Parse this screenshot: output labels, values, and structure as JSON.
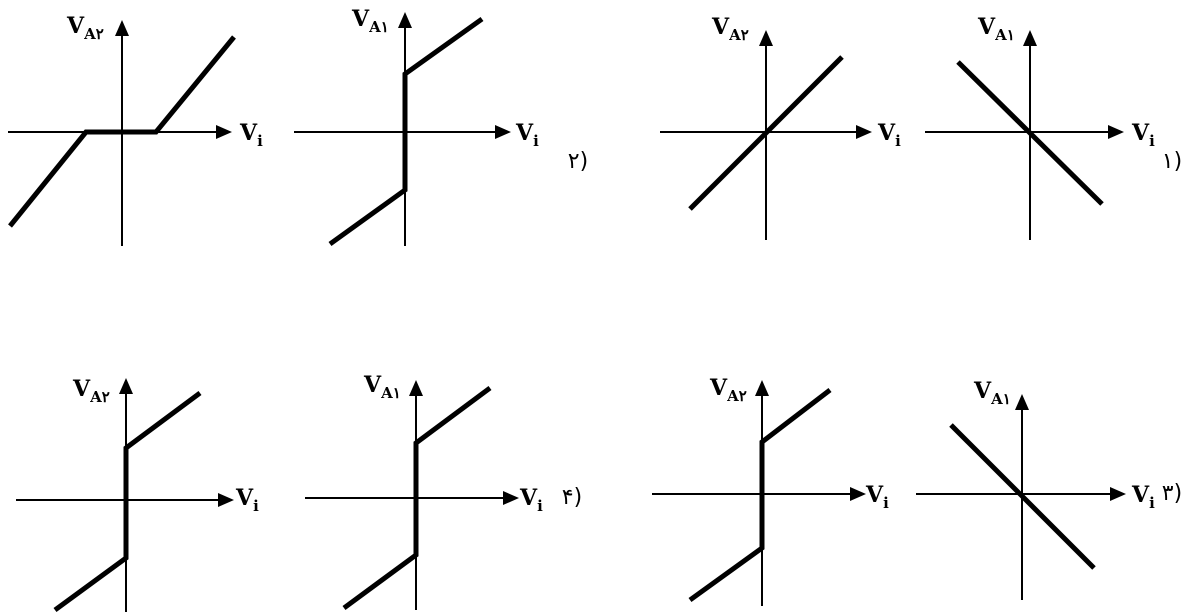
{
  "options": [
    {
      "number": "۱)",
      "plots": [
        {
          "y_label": "V",
          "y_sub": "A۱",
          "x_label": "V",
          "x_sub": "i",
          "curve": "inverting-line"
        },
        {
          "y_label": "V",
          "y_sub": "A۲",
          "x_label": "V",
          "x_sub": "i",
          "curve": "non-inverting-line"
        }
      ]
    },
    {
      "number": "۲)",
      "plots": [
        {
          "y_label": "V",
          "y_sub": "A۱",
          "x_label": "V",
          "x_sub": "i",
          "curve": "jump-at-origin"
        },
        {
          "y_label": "V",
          "y_sub": "A۲",
          "x_label": "V",
          "x_sub": "i",
          "curve": "dead-zone"
        }
      ]
    },
    {
      "number": "۳)",
      "plots": [
        {
          "y_label": "V",
          "y_sub": "A۱",
          "x_label": "V",
          "x_sub": "i",
          "curve": "inverting-line"
        },
        {
          "y_label": "V",
          "y_sub": "A۲",
          "x_label": "V",
          "x_sub": "i",
          "curve": "jump-at-origin"
        }
      ]
    },
    {
      "number": "۴)",
      "plots": [
        {
          "y_label": "V",
          "y_sub": "A۱",
          "x_label": "V",
          "x_sub": "i",
          "curve": "jump-at-origin"
        },
        {
          "y_label": "V",
          "y_sub": "A۲",
          "x_label": "V",
          "x_sub": "i",
          "curve": "jump-at-origin"
        }
      ]
    }
  ]
}
